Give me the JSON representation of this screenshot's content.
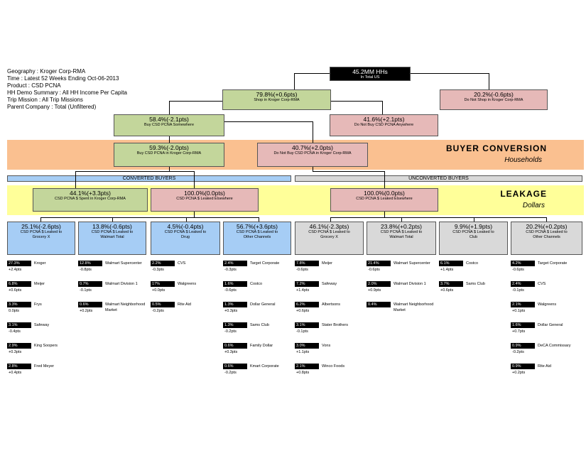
{
  "header": {
    "geography": "Geography : Kroger Corp-RMA",
    "time": "Time : Latest 52 Weeks Ending Oct-06-2013",
    "product": "Product : CSD PCNA",
    "hh_demo": "HH Demo Summary : All HH Income Per Capita",
    "trip_mission": "Trip Mission : All Trip Missions",
    "parent_company": "Parent Company : Total (Unfiltered)"
  },
  "sections": {
    "buyer_conversion": {
      "title": "BUYER CONVERSION",
      "subtitle": "Households"
    },
    "leakage": {
      "title": "LEAKAGE",
      "subtitle": "Dollars"
    },
    "converted_buyers": "CONVERTED BUYERS",
    "unconverted_buyers": "UNCONVERTED BUYERS"
  },
  "colors": {
    "buyer_band": "#fac090",
    "leakage_band": "#ffff99",
    "green": "#c3d69b",
    "pink": "#e6b9b8",
    "blue": "#a6cdf5",
    "grey": "#d9d9d9"
  },
  "tree": {
    "root": {
      "value": "45.2MM HHs",
      "desc": "In Total US"
    },
    "shop_kroger": {
      "value": "79.8%(+0.6pts)",
      "desc": "Shop in Kroger Corp-RMA"
    },
    "not_shop_kroger": {
      "value": "20.2%(-0.6pts)",
      "desc": "Do Not Shop in Kroger Corp-RMA"
    },
    "buy_somewhere": {
      "value": "58.4%(-2.1pts)",
      "desc": "Buy CSD PCNA Somewhere"
    },
    "not_buy_anywhere": {
      "value": "41.6%(+2.1pts)",
      "desc": "Do Not Buy CSD PCNA Anywhere"
    },
    "buy_in_kroger": {
      "value": "59.3%(-2.0pts)",
      "desc": "Buy CSD PCNA in Kroger Corp-RMA"
    },
    "not_buy_in_kroger": {
      "value": "40.7%(+2.0pts)",
      "desc": "Do Not Buy CSD PCNA in Kroger Corp-RMA"
    },
    "spent_in_kroger": {
      "value": "44.1%(+3.3pts)",
      "desc": "CSD PCNA $ Spent in Kroger Corp-RMA"
    },
    "leaked_conv": {
      "value": "100.0%(0.0pts)",
      "desc": "CSD PCNA $ Leaked Elsewhere"
    },
    "leaked_unconv": {
      "value": "100.0%(0.0pts)",
      "desc": "CSD PCNA $ Leaked Elsewhere"
    }
  },
  "channels": [
    {
      "value": "25.1%(-2.6pts)",
      "desc1": "CSD PCNA $ Leaked to",
      "desc2": "Grocery X"
    },
    {
      "value": "13.8%(-0.6pts)",
      "desc1": "CSD PCNA $ Leaked to",
      "desc2": "Walmart Total"
    },
    {
      "value": "4.5%(-0.4pts)",
      "desc1": "CSD PCNA $ Leaked to",
      "desc2": "Drug"
    },
    {
      "value": "56.7%(+3.6pts)",
      "desc1": "CSD PCNA $ Leaked to",
      "desc2": "Other Channels"
    },
    {
      "value": "46.1%(-2.3pts)",
      "desc1": "CSD PCNA $ Leaked to",
      "desc2": "Grocery X"
    },
    {
      "value": "23.8%(+0.2pts)",
      "desc1": "CSD PCNA $ Leaked to",
      "desc2": "Walmart Total"
    },
    {
      "value": "9.9%(+1.9pts)",
      "desc1": "CSD PCNA $ Leaked to",
      "desc2": "Club"
    },
    {
      "value": "20.2%(+0.2pts)",
      "desc1": "CSD PCNA $ Leaked to",
      "desc2": "Other Channels"
    }
  ],
  "retailers": [
    [
      {
        "pct": "27.3%",
        "name": "Kroger",
        "chg": "+2.4pts"
      },
      {
        "pct": "6.8%",
        "name": "Meijer",
        "chg": "+0.6pts"
      },
      {
        "pct": "3.3%",
        "name": "Frys",
        "chg": "0.0pts"
      },
      {
        "pct": "3.1%",
        "name": "Safeway",
        "chg": "-0.4pts"
      },
      {
        "pct": "2.9%",
        "name": "King Soopers",
        "chg": "+0.3pts"
      },
      {
        "pct": "2.8%",
        "name": "Fred Meyer",
        "chg": "+0.4pts"
      }
    ],
    [
      {
        "pct": "12.8%",
        "name": "Walmart Supercenter",
        "chg": "-0.8pts"
      },
      {
        "pct": "0.7%",
        "name": "Walmart Division 1",
        "chg": "-0.1pts"
      },
      {
        "pct": "0.6%",
        "name": "Walmart Neighborhood Market",
        "chg": "+0.2pts"
      }
    ],
    [
      {
        "pct": "2.2%",
        "name": "CVS",
        "chg": "-0.3pts"
      },
      {
        "pct": "17%",
        "name": "Walgreens",
        "chg": "+0.0pts"
      },
      {
        "pct": "0.5%",
        "name": "Rite Aid",
        "chg": "-0.2pts"
      }
    ],
    [
      {
        "pct": "2.4%",
        "name": "Target Corporate",
        "chg": "-0.3pts"
      },
      {
        "pct": "1.6%",
        "name": "Costco",
        "chg": "-0.6pts"
      },
      {
        "pct": "1.3%",
        "name": "Dollar General",
        "chg": "+0.3pts"
      },
      {
        "pct": "1.3%",
        "name": "Sams Club",
        "chg": "-0.2pts"
      },
      {
        "pct": "0.6%",
        "name": "Family Dollar",
        "chg": "+0.3pts"
      },
      {
        "pct": "0.6%",
        "name": "Kmart Corporate",
        "chg": "-0.2pts"
      }
    ],
    [
      {
        "pct": "7.8%",
        "name": "Meijer",
        "chg": "-0.6pts"
      },
      {
        "pct": "7.2%",
        "name": "Safeway",
        "chg": "+1.4pts"
      },
      {
        "pct": "6.2%",
        "name": "Albertsons",
        "chg": "+0.6pts"
      },
      {
        "pct": "3.1%",
        "name": "Stater Brothers",
        "chg": "-0.1pts"
      },
      {
        "pct": "3.0%",
        "name": "Vons",
        "chg": "+1.1pts"
      },
      {
        "pct": "2.1%",
        "name": "Winco Foods",
        "chg": "+0.8pts"
      }
    ],
    [
      {
        "pct": "21.4%",
        "name": "Walmart Supercenter",
        "chg": "-0.6pts"
      },
      {
        "pct": "2.0%",
        "name": "Walmart Division 1",
        "chg": "+0.9pts"
      },
      {
        "pct": "0.4%",
        "name": "Walmart Neighborhood Market",
        "chg": ""
      }
    ],
    [
      {
        "pct": "6.1%",
        "name": "Costco",
        "chg": "+1.4pts"
      },
      {
        "pct": "3.7%",
        "name": "Sams Club",
        "chg": "+0.6pts"
      }
    ],
    [
      {
        "pct": "4.2%",
        "name": "Target Corporate",
        "chg": "-0.6pts"
      },
      {
        "pct": "2.4%",
        "name": "CVS",
        "chg": "-0.1pts"
      },
      {
        "pct": "2.1%",
        "name": "Walgreens",
        "chg": "+0.1pts"
      },
      {
        "pct": "1.6%",
        "name": "Dollar General",
        "chg": "+0.7pts"
      },
      {
        "pct": "0.9%",
        "name": "DeCA Commissary",
        "chg": "-0.2pts"
      },
      {
        "pct": "0.9%",
        "name": "Rite Aid",
        "chg": "+0.2pts"
      }
    ]
  ]
}
